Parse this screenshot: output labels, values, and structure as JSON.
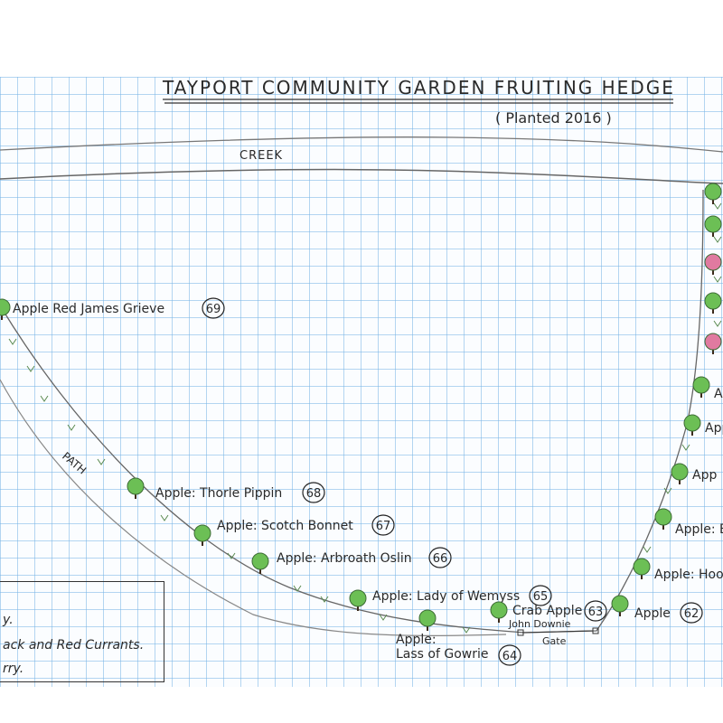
{
  "title": "TAYPORT COMMUNITY GARDEN FRUITING HEDGE",
  "subtitle": "( Planted 2016 )",
  "creek_label": "CREEK",
  "path_label": "PATH",
  "gate_label": "Gate",
  "trees": [
    {
      "label": "Apple Red James Grieve",
      "number": "69",
      "color": "#6cbf55"
    },
    {
      "label": "Apple: Thorle Pippin",
      "number": "68",
      "color": "#6cbf55"
    },
    {
      "label": "Apple: Scotch Bonnet",
      "number": "67",
      "color": "#6cbf55"
    },
    {
      "label": "Apple: Arbroath Oslin",
      "number": "66",
      "color": "#6cbf55"
    },
    {
      "label": "Apple: Lady of Wemyss",
      "number": "65",
      "color": "#6cbf55"
    },
    {
      "label": "Apple:",
      "label2": "Lass of Gowrie",
      "number": "64",
      "color": "#6cbf55"
    },
    {
      "label": "Crab Apple",
      "label2": "John Downie",
      "number": "63",
      "color": "#6cbf55"
    },
    {
      "label": "Apple",
      "number": "62",
      "color": "#6cbf55"
    },
    {
      "label": "Apple: Hoo",
      "color": "#6cbf55"
    },
    {
      "label": "Apple: Bl",
      "color": "#6cbf55"
    },
    {
      "label": "App",
      "color": "#6cbf55"
    },
    {
      "label": "App",
      "color": "#6cbf55"
    },
    {
      "label": "Ap",
      "color": "#6cbf55"
    }
  ],
  "right_column_colors": [
    "#6cbf55",
    "#6cbf55",
    "#e07aa0",
    "#6cbf55",
    "#e07aa0"
  ],
  "key": {
    "lines": [
      "y.",
      "ack and Red Currants.",
      "rry."
    ]
  }
}
